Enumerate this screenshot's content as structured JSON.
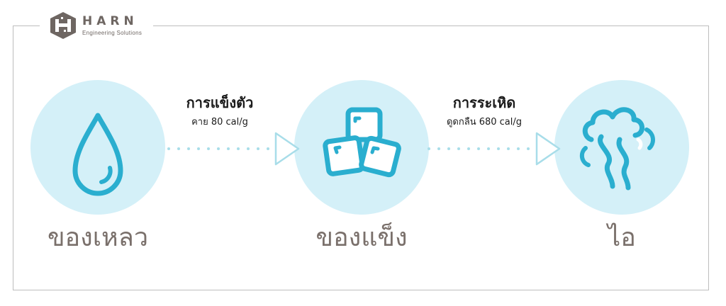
{
  "logo": {
    "name": "HARN",
    "tagline": "Engineering Solutions"
  },
  "states": [
    {
      "label": "ของเหลว",
      "icon": "water-drop-icon"
    },
    {
      "label": "ของแข็ง",
      "icon": "ice-cubes-icon"
    },
    {
      "label": "ไอ",
      "icon": "steam-icon"
    }
  ],
  "transitions": [
    {
      "title": "การแข็งตัว",
      "detail": "คาย 80 cal/g"
    },
    {
      "title": "การระเหิด",
      "detail": "ดูดกลืน 680 cal/g"
    }
  ],
  "colors": {
    "circle_fill": "#d4f0f8",
    "icon_stroke": "#2aaecf",
    "dot": "#a8dde9",
    "arrow": "#a8dde9",
    "label_gray": "#7a706b",
    "frame": "#bdbdbd"
  }
}
